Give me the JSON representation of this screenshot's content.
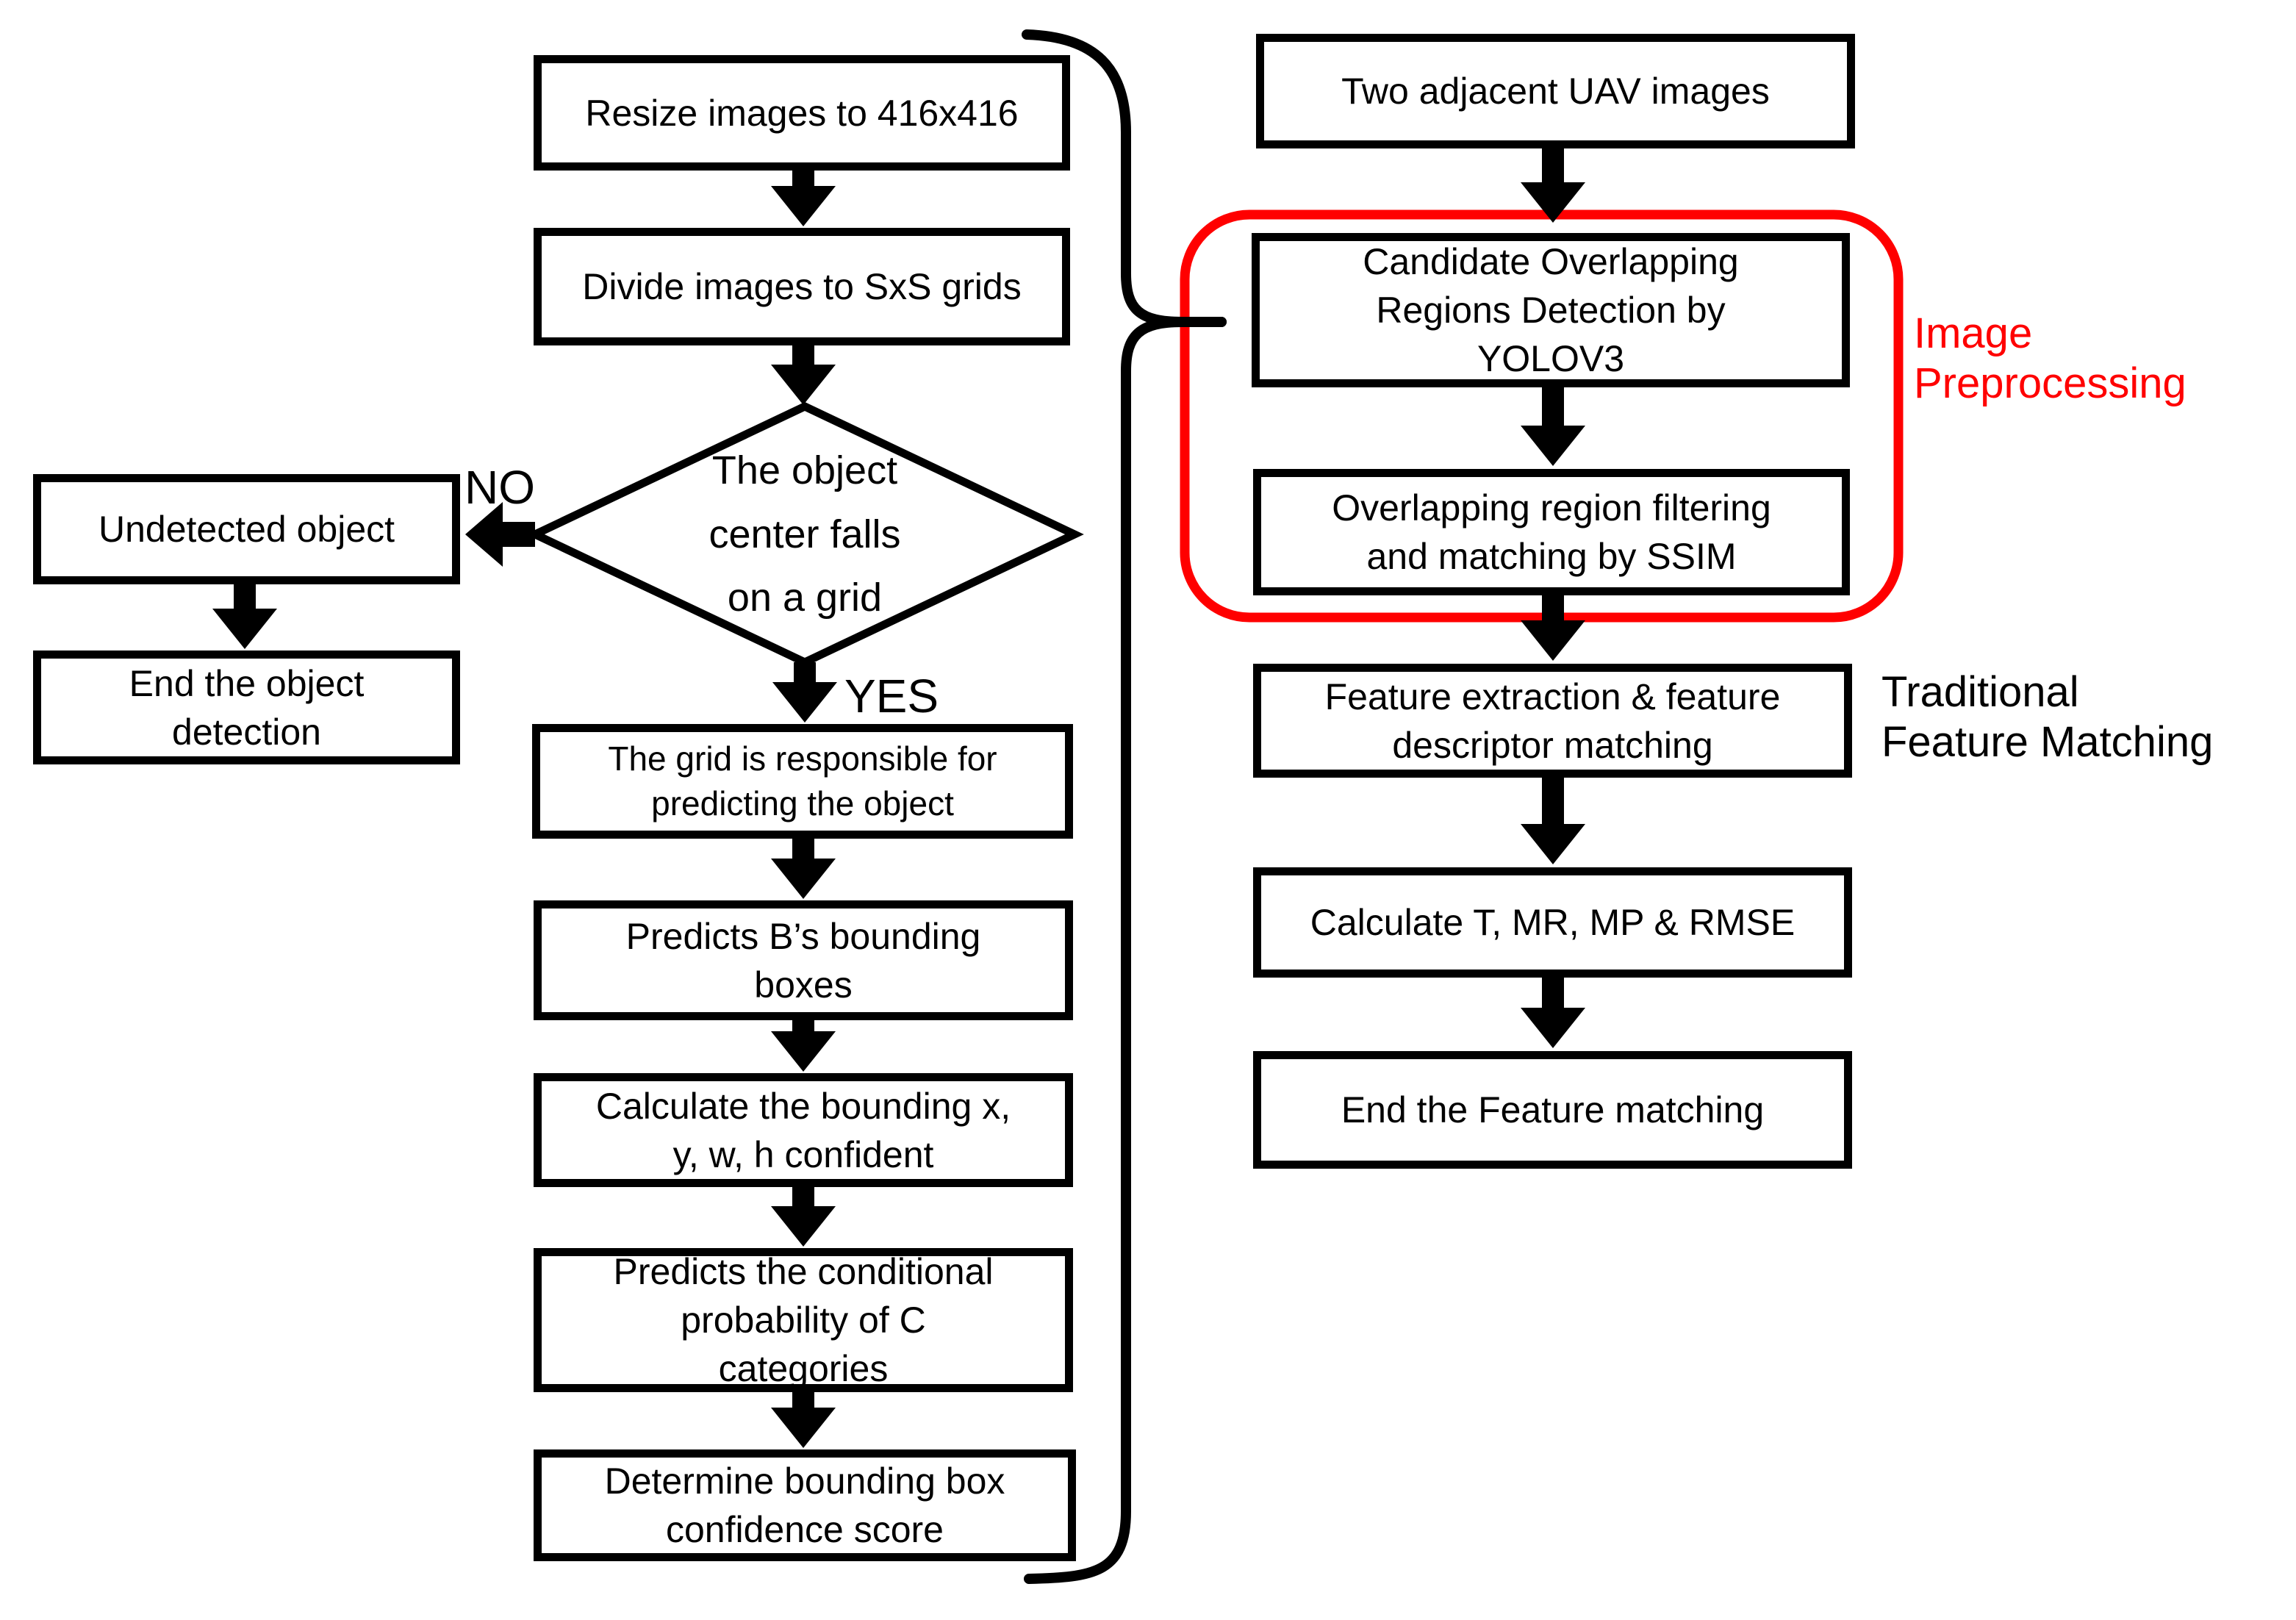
{
  "flowchart": {
    "colors": {
      "accent": "#ff0000",
      "ink": "#000000",
      "background": "#ffffff"
    },
    "left_column": {
      "resize": "Resize images to 416x416",
      "divide": "Divide images to SxS grids",
      "decision": "The object\ncenter falls\non a grid",
      "no_label": "NO",
      "yes_label": "YES",
      "undetected": "Undetected object",
      "end_detection": "End the object\ndetection",
      "grid_responsible": "The grid is responsible for\npredicting the object",
      "predicts_bounding": "Predicts B’s bounding\nboxes",
      "calculate_confident": "Calculate the bounding x,\ny, w, h confident",
      "conditional_probability": "Predicts the conditional\nprobability of C\ncategories",
      "determine_score": "Determine bounding box\nconfidence score"
    },
    "right_column": {
      "uav_images": "Two adjacent UAV images",
      "candidate_regions": "Candidate Overlapping\nRegions Detection by\nYOLOV3",
      "overlap_filtering": "Overlapping region filtering\nand matching by SSIM",
      "feature_extraction": "Feature extraction & feature\ndescriptor matching",
      "calculate_metrics": "Calculate T, MR, MP & RMSE",
      "end_matching": "End the Feature matching",
      "preprocessing_label": "Image\nPreprocessing",
      "traditional_label": "Traditional\nFeature Matching"
    }
  }
}
